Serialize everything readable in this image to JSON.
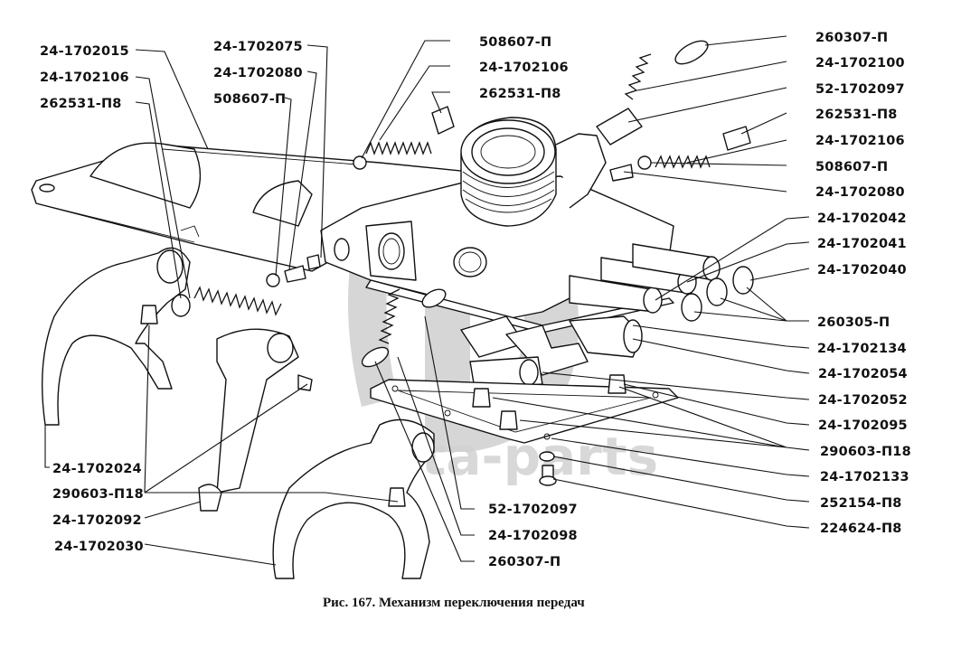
{
  "figure": {
    "caption": "Рис. 167. Механизм переключения передач",
    "watermark": "data-parts"
  },
  "labels": {
    "left": [
      {
        "id": "l1",
        "text": "24-1702015"
      },
      {
        "id": "l2",
        "text": "24-1702106"
      },
      {
        "id": "l3",
        "text": "262531-П8"
      },
      {
        "id": "l4",
        "text": "24-1702024"
      },
      {
        "id": "l5",
        "text": "290603-П18"
      },
      {
        "id": "l6",
        "text": "24-1702092"
      },
      {
        "id": "l7",
        "text": "24-1702030"
      }
    ],
    "top_center_left": [
      {
        "id": "c1",
        "text": "24-1702075"
      },
      {
        "id": "c2",
        "text": "24-1702080"
      },
      {
        "id": "c3",
        "text": "508607-П"
      }
    ],
    "top_center_right": [
      {
        "id": "m1",
        "text": "508607-П"
      },
      {
        "id": "m2",
        "text": "24-1702106"
      },
      {
        "id": "m3",
        "text": "262531-П8"
      }
    ],
    "right": [
      {
        "id": "r1",
        "text": "260307-П"
      },
      {
        "id": "r2",
        "text": "24-1702100"
      },
      {
        "id": "r3",
        "text": "52-1702097"
      },
      {
        "id": "r4",
        "text": "262531-П8"
      },
      {
        "id": "r5",
        "text": "24-1702106"
      },
      {
        "id": "r6",
        "text": "508607-П"
      },
      {
        "id": "r7",
        "text": "24-1702080"
      },
      {
        "id": "r8",
        "text": "24-1702042"
      },
      {
        "id": "r9",
        "text": "24-1702041"
      },
      {
        "id": "r10",
        "text": "24-1702040"
      },
      {
        "id": "r11",
        "text": "260305-П"
      },
      {
        "id": "r12",
        "text": "24-1702134"
      },
      {
        "id": "r13",
        "text": "24-1702054"
      },
      {
        "id": "r14",
        "text": "24-1702052"
      },
      {
        "id": "r15",
        "text": "24-1702095"
      },
      {
        "id": "r16",
        "text": "290603-П18"
      },
      {
        "id": "r17",
        "text": "24-1702133"
      },
      {
        "id": "r18",
        "text": "252154-П8"
      },
      {
        "id": "r19",
        "text": "224624-П8"
      }
    ],
    "bottom_center": [
      {
        "id": "b1",
        "text": "52-1702097"
      },
      {
        "id": "b2",
        "text": "24-1702098"
      },
      {
        "id": "b3",
        "text": "260307-П"
      }
    ]
  }
}
